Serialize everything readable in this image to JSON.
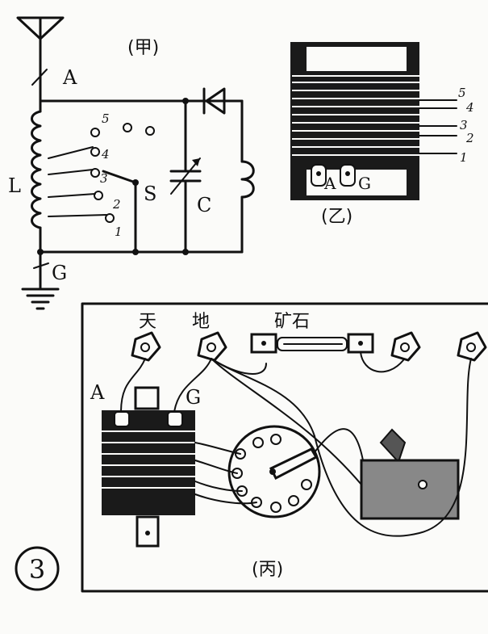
{
  "figure_number": "3",
  "panels": {
    "jia": {
      "caption": "(甲)",
      "labels": {
        "antenna": "A",
        "ground": "G",
        "coil": "L",
        "switch": "S",
        "capacitor": "C"
      },
      "taps": [
        "5",
        "4",
        "3",
        "2",
        "1"
      ]
    },
    "yi": {
      "caption": "(乙)",
      "labels": {
        "a": "A",
        "g": "G"
      },
      "taps": [
        "5",
        "4",
        "3",
        "2",
        "1"
      ]
    },
    "bing": {
      "caption": "(丙)",
      "labels": {
        "a": "A",
        "g": "G"
      },
      "terminals": {
        "sky": "天",
        "earth": "地",
        "crystal": "矿石"
      }
    }
  }
}
